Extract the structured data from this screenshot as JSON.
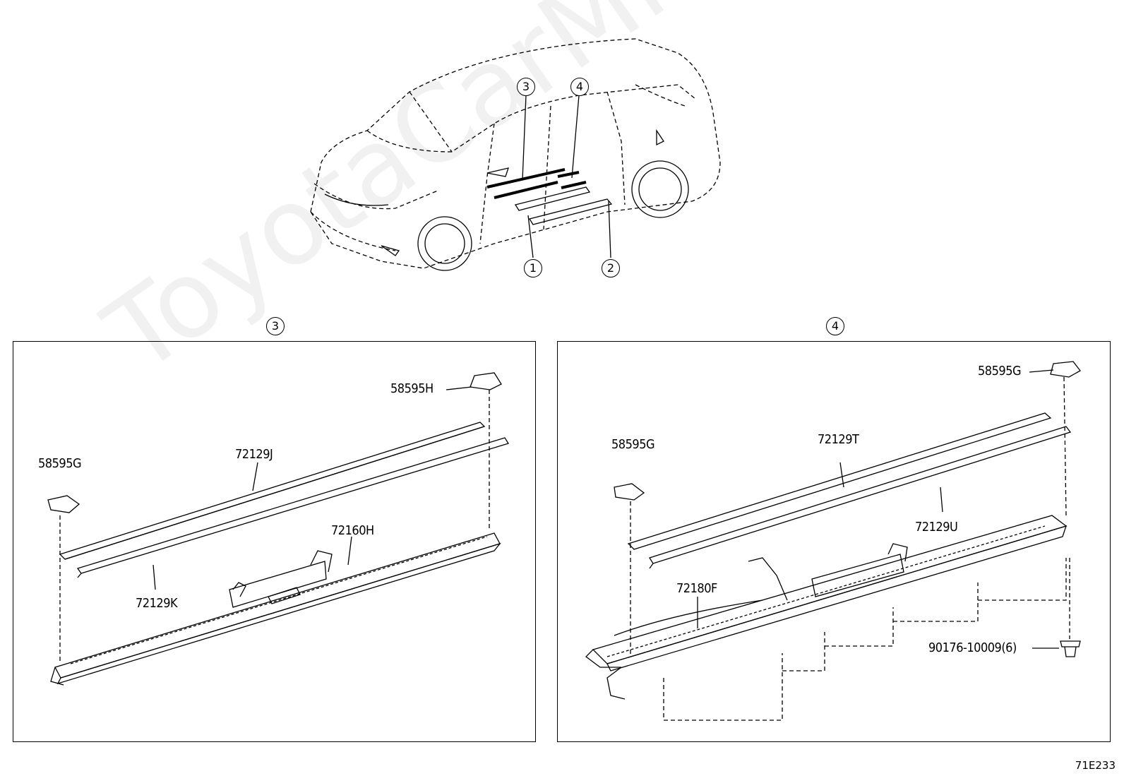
{
  "overview": {
    "callouts": [
      "3",
      "4",
      "1",
      "2"
    ]
  },
  "panel_left": {
    "id": "3",
    "labels": {
      "bracket_front": "58595G",
      "bracket_rear": "58595H",
      "rail_cover_upper": "72129J",
      "rail_cover_lower": "72129K",
      "rail": "72160H"
    }
  },
  "panel_right": {
    "id": "4",
    "labels": {
      "bracket_rear": "58595G",
      "bracket_front": "58595G",
      "rail_cover_upper": "72129T",
      "rail_cover_lower": "72129U",
      "rail": "72180F",
      "clip": "90176-10009(6)"
    }
  },
  "diagram_code": "71E233",
  "watermark": "ToyotaCarMine.ru"
}
